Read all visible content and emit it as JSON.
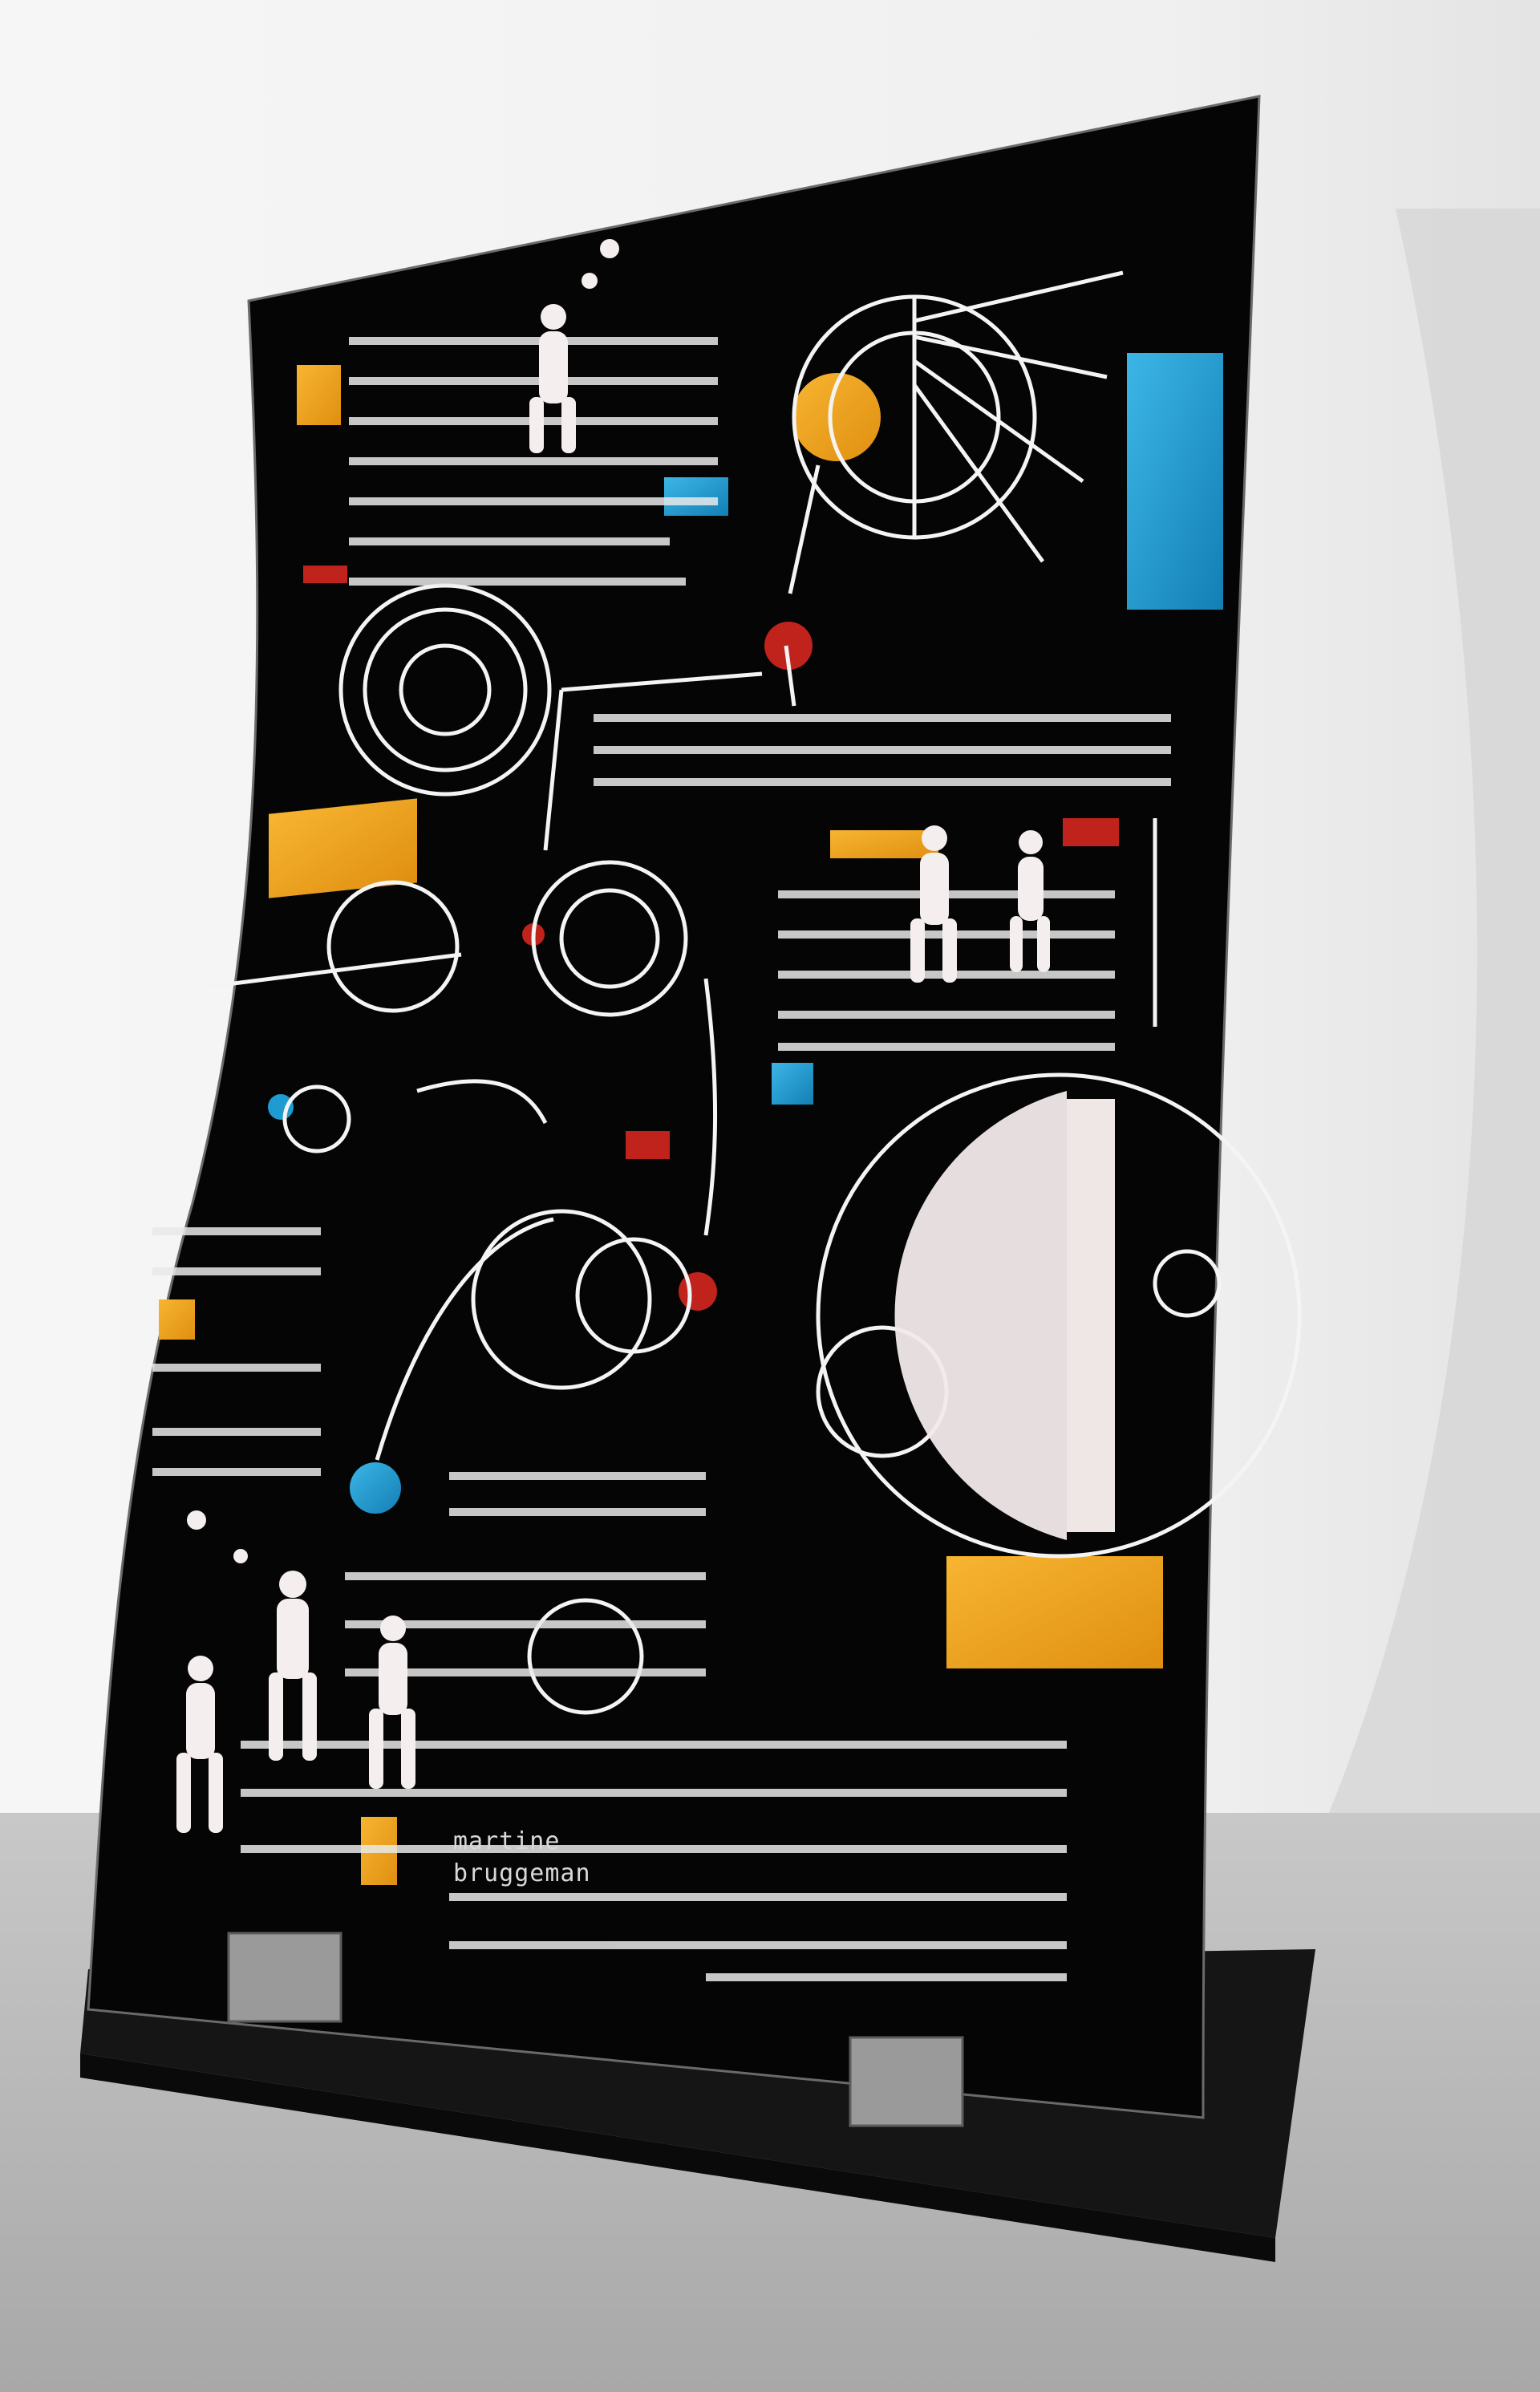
{
  "scene": {
    "subject": "curved black glass art panel on wooden stand",
    "colors": {
      "background_light": "#f2f2f2",
      "background_shadow": "#cfcfcf",
      "floor": "#b9b9b9",
      "panel": "#050505",
      "line_art": "#f4f4f4",
      "accent_orange": "#f0a21a",
      "accent_blue": "#1e9bd0",
      "accent_red": "#c0221c",
      "stand_wood": "#151515",
      "clip_metal": "#9a9a9a"
    }
  },
  "signature": {
    "line1": "martine",
    "line2": "bruggeman"
  }
}
